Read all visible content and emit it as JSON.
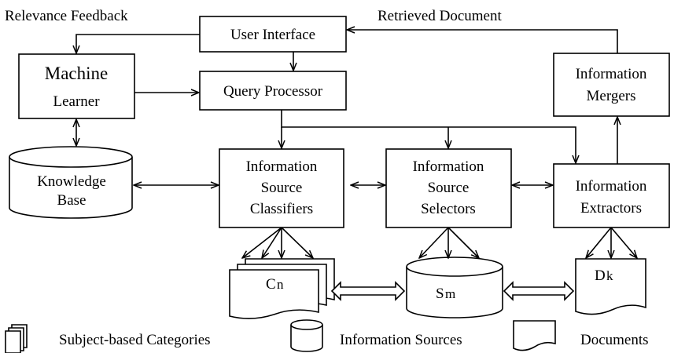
{
  "labels": {
    "relevance_feedback": "Relevance Feedback",
    "retrieved_document": "Retrieved Document"
  },
  "nodes": {
    "user_interface": "User Interface",
    "query_processor": "Query Processor",
    "machine_learner": [
      "Machine",
      "Learner"
    ],
    "knowledge_base": [
      "Knowledge",
      "Base"
    ],
    "information_mergers": [
      "Information",
      "Mergers"
    ],
    "source_classifiers": [
      "Information",
      "Source",
      "Classifiers"
    ],
    "source_selectors": [
      "Information",
      "Source",
      "Selectors"
    ],
    "information_extractors": [
      "Information",
      "Extractors"
    ],
    "categories_store": {
      "letter": "C",
      "sub": "n"
    },
    "sources_store": {
      "letter": "S",
      "sub": "m"
    },
    "documents_store": {
      "letter": "D",
      "sub": "k"
    }
  },
  "legend": {
    "categories": "Subject-based Categories",
    "sources": "Information Sources",
    "documents": "Documents"
  }
}
